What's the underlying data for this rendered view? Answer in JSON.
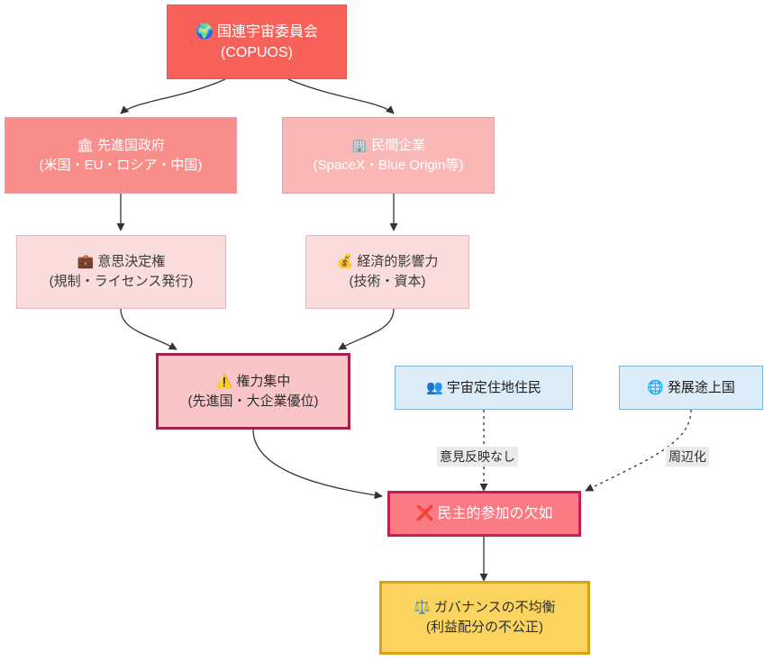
{
  "diagram": {
    "type": "flowchart",
    "direction": "top-down",
    "background": "#ffffff",
    "nodes": [
      {
        "id": "copuos",
        "icon": "earth-globe-icon",
        "glyph": "🌍",
        "line1": "国連宇宙委員会",
        "line2": "(COPUOS)",
        "fill": "#f8615a",
        "stroke": "#e8564f",
        "text_color": "#ffffff"
      },
      {
        "id": "gov",
        "icon": "classical-building-icon",
        "glyph": "🏛",
        "line1": "先進国政府",
        "line2": "(米国・EU・ロシア・中国)",
        "fill": "#f98d89",
        "stroke": "#e2a0a6",
        "text_color": "#ffffff"
      },
      {
        "id": "private",
        "icon": "office-building-icon",
        "glyph": "🏢",
        "line1": "民間企業",
        "line2": "(SpaceX・Blue Origin等)",
        "fill": "#f9b8b5",
        "stroke": "#e2a0a6",
        "text_color": "#ffffff"
      },
      {
        "id": "decision",
        "icon": "briefcase-icon",
        "glyph": "💼",
        "line1": "意思決定権",
        "line2": "(規制・ライセンス発行)",
        "fill": "#fadcdc",
        "stroke": "#e7b7b7",
        "text_color": "#3a3a3a"
      },
      {
        "id": "economic",
        "icon": "money-bag-icon",
        "glyph": "💰",
        "line1": "経済的影響力",
        "line2": "(技術・資本)",
        "fill": "#fadcdc",
        "stroke": "#e7b7b7",
        "text_color": "#3a3a3a"
      },
      {
        "id": "concentration",
        "icon": "warning-icon",
        "glyph": "⚠️",
        "line1": "権力集中",
        "line2": "(先進国・大企業優位)",
        "fill": "#fac5c8",
        "stroke": "#a81f48",
        "text_color": "#2f2f2f"
      },
      {
        "id": "settlers",
        "icon": "busts-in-silhouette-icon",
        "glyph": "👥",
        "line1": "宇宙定住地住民",
        "line2": "",
        "fill": "#dcecf8",
        "stroke": "#7fb0d6",
        "text_color": "#1b1b1b"
      },
      {
        "id": "developing",
        "icon": "globe-meridians-icon",
        "glyph": "🌐",
        "line1": "発展途上国",
        "line2": "",
        "fill": "#dcecf8",
        "stroke": "#7fb0d6",
        "text_color": "#1b1b1b"
      },
      {
        "id": "nodemocracy",
        "icon": "cross-mark-icon",
        "glyph": "❌",
        "line1": "民主的参加の欠如",
        "line2": "",
        "fill": "#fa7b84",
        "stroke": "#c41e55",
        "text_color": "#ffffff"
      },
      {
        "id": "governance",
        "icon": "balance-scale-icon",
        "glyph": "⚖️",
        "line1": "ガバナンスの不均衡",
        "line2": "(利益配分の不公正)",
        "fill": "#fad45e",
        "stroke": "#d9a018",
        "text_color": "#2f2f2f"
      }
    ],
    "edge_labels": [
      {
        "id": "label-no-voice",
        "text": "意見反映なし"
      },
      {
        "id": "label-marginalized",
        "text": "周辺化"
      }
    ],
    "edges": [
      {
        "from": "copuos",
        "to": "gov",
        "style": "solid"
      },
      {
        "from": "copuos",
        "to": "private",
        "style": "solid"
      },
      {
        "from": "gov",
        "to": "decision",
        "style": "solid"
      },
      {
        "from": "private",
        "to": "economic",
        "style": "solid"
      },
      {
        "from": "decision",
        "to": "concentration",
        "style": "solid"
      },
      {
        "from": "economic",
        "to": "concentration",
        "style": "solid"
      },
      {
        "from": "concentration",
        "to": "nodemocracy",
        "style": "solid"
      },
      {
        "from": "settlers",
        "to": "nodemocracy",
        "style": "dotted",
        "label": "意見反映なし"
      },
      {
        "from": "developing",
        "to": "nodemocracy",
        "style": "dotted",
        "label": "周辺化"
      },
      {
        "from": "nodemocracy",
        "to": "governance",
        "style": "solid"
      }
    ]
  }
}
